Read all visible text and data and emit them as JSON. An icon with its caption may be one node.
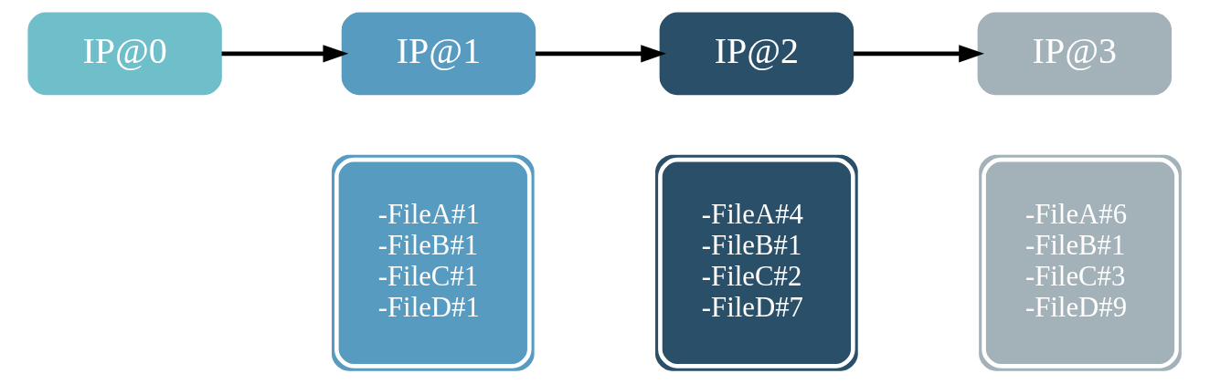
{
  "diagram": {
    "nodes": [
      {
        "text": [
          "IP@0"
        ]
      },
      {
        "text": [
          "IP@1"
        ]
      },
      {
        "text": [
          "IP@2"
        ]
      },
      {
        "text": [
          "IP@3"
        ]
      },
      {
        "text": [
          "-FileA#1",
          "-FileB#1",
          "-FileC#1",
          "-FileD#1"
        ]
      },
      {
        "text": [
          "-FileA#4",
          "-FileB#1",
          "-FileC#2",
          "-FileD#7"
        ]
      },
      {
        "text": [
          "-FileA#6",
          "-FileB#1",
          "-FileC#3",
          "-FileD#9"
        ]
      }
    ],
    "edges": [
      {
        "from": 0,
        "to": 1,
        "arrow": "to"
      },
      {
        "from": 1,
        "to": 2,
        "arrow": "to"
      },
      {
        "from": 2,
        "to": 3,
        "arrow": "to"
      }
    ]
  }
}
